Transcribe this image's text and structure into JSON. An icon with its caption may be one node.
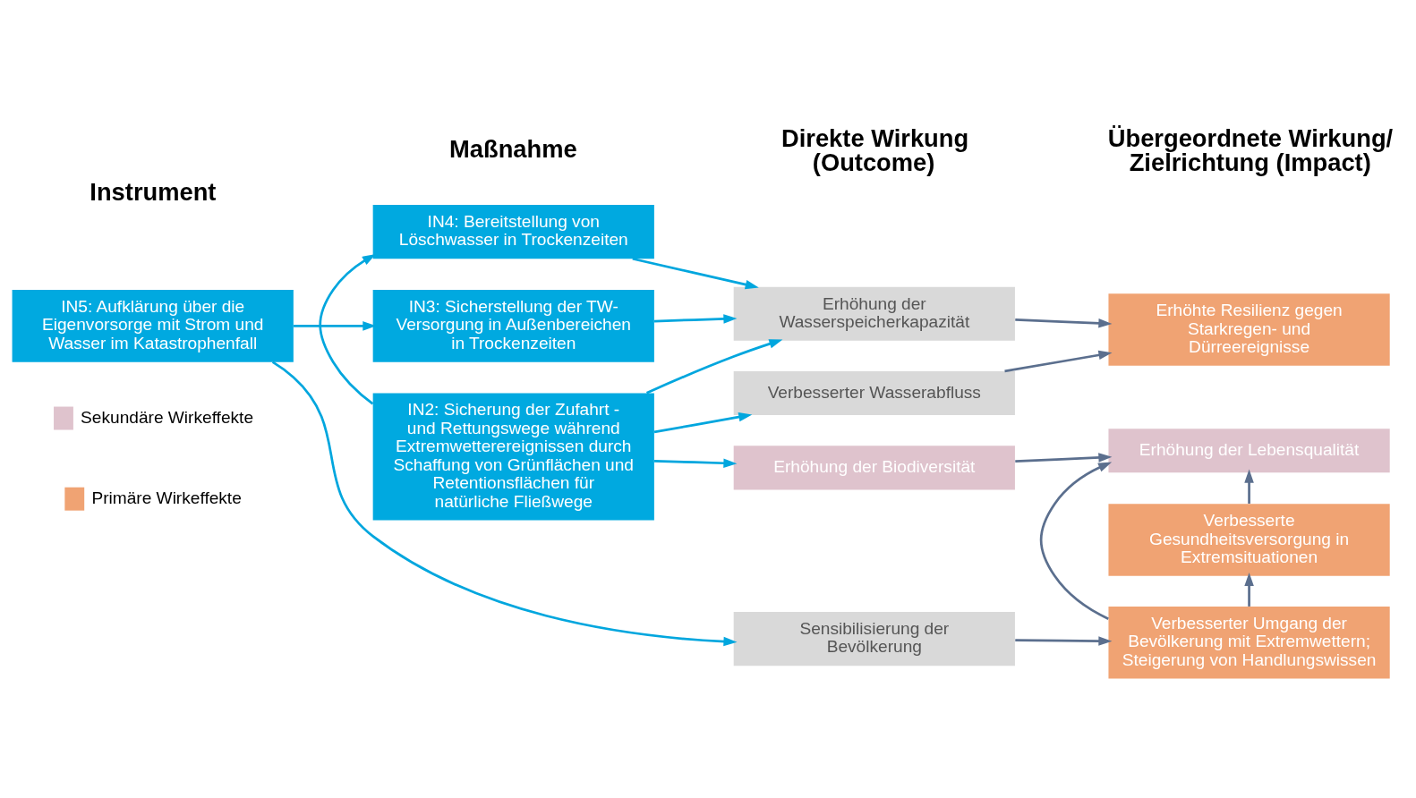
{
  "diagram": {
    "nodes": [
      {
        "text": [
          "IN5: Aufklärung über die Eigenvorsorge mit Strom und Wasser im Katastrophenfall"
        ]
      },
      {
        "text": [
          "IN3: Sicherstellung der TW-Versorgung in Außenbereichen in Trockenzeiten"
        ]
      },
      {
        "text": [
          "IN4: Bereitstellung von Löschwasser in Trockenzeiten"
        ]
      },
      {
        "text": [
          "IN2: Sicherung der Zufahrt - und Rettungswege während Extremwetterereignissen durch Schaffung von Grünflächen und Retentionsflächen für natürliche Fließwege"
        ]
      },
      {
        "text": [
          "Sensibilisierung der Bevölkerung"
        ]
      },
      {
        "text": [
          "Erhöhung der Wasserspeicherkapazität"
        ]
      },
      {
        "text": [
          "Verbesserter Wasserabfluss"
        ]
      },
      {
        "text": [
          "Erhöhung der Biodiversität"
        ]
      },
      {
        "text": [
          "Verbesserter Umgang der Bevölkerung mit Extremwettern; Steigerung von Handlungswissen"
        ]
      },
      {
        "text": [
          "Verbesserte Gesundheitsversorgung in Extremsituationen"
        ]
      },
      {
        "text": [
          "Erhöhte Resilienz gegen Starkregen- und Dürreereignisse"
        ]
      },
      {
        "text": [
          "Erhöhung der Lebensqualität"
        ]
      }
    ],
    "edges": [
      {
        "from": 0,
        "to": 4,
        "arrow": "to"
      },
      {
        "from": 0,
        "to": 1,
        "arrow": "to"
      },
      {
        "from": 1,
        "to": 5,
        "arrow": "to"
      },
      {
        "from": 2,
        "to": 5,
        "arrow": "to"
      },
      {
        "from": 3,
        "to": 5,
        "arrow": "to"
      },
      {
        "from": 3,
        "to": 2,
        "arrow": "to"
      },
      {
        "from": 3,
        "to": 6,
        "arrow": "to"
      },
      {
        "from": 3,
        "to": 7,
        "arrow": "to"
      },
      {
        "from": 4,
        "to": 8,
        "arrow": "to",
        "color": "#5b6f8e"
      },
      {
        "from": 8,
        "to": 9,
        "arrow": "to",
        "color": "#5b6f8e"
      },
      {
        "from": 8,
        "to": 11,
        "arrow": "to",
        "color": "#5b6f8e"
      },
      {
        "from": 9,
        "to": 11,
        "arrow": "to",
        "color": "#5b6f8e"
      },
      {
        "from": 5,
        "to": 10,
        "arrow": "to",
        "color": "#5b6f8e"
      },
      {
        "from": 6,
        "to": 10,
        "arrow": "to",
        "color": "#5b6f8e"
      },
      {
        "from": 7,
        "to": 11,
        "arrow": "to",
        "color": "#5b6f8e"
      }
    ],
    "labels": [
      "Instrument",
      "Maßnahme",
      "Direkte Wirkung (Outcome)",
      "Übergeordnete Wirkung/ Zielrichtung (Impact)"
    ],
    "legend": [
      {
        "text": "Sekundäre Wirkeffekte",
        "color": "#dfc3cd"
      },
      {
        "text": "Primäre Wirkeffekte",
        "color": "#f0a373"
      }
    ]
  }
}
